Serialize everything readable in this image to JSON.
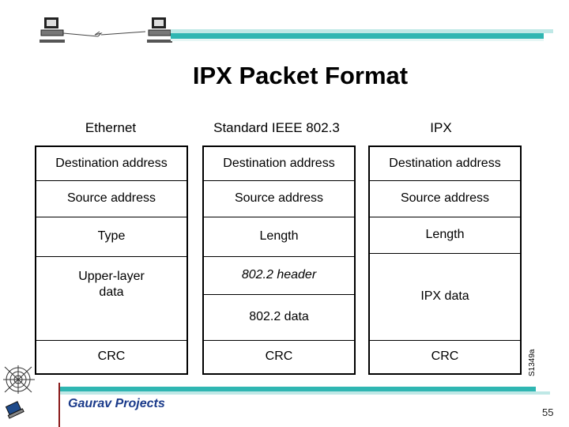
{
  "title": "IPX Packet Format",
  "columns": [
    {
      "header": "Ethernet",
      "cells": [
        "Destination address",
        "Source address",
        "Type",
        "Upper-layer\ndata",
        "CRC"
      ]
    },
    {
      "header": "Standard IEEE 802.3",
      "cells": [
        "Destination address",
        "Source address",
        "Length",
        "802.2 header",
        "802.2 data",
        "CRC"
      ]
    },
    {
      "header": "IPX",
      "cells": [
        "Destination address",
        "Source address",
        "Length",
        "IPX data",
        "CRC"
      ]
    }
  ],
  "figure_id": "S1349a",
  "footer": {
    "label": "Gaurav Projects",
    "page_number": "55"
  },
  "colors": {
    "accent_bar": "#2fb6b2",
    "accent_light": "#bfe8e6",
    "footer_text": "#1a3a8a"
  }
}
